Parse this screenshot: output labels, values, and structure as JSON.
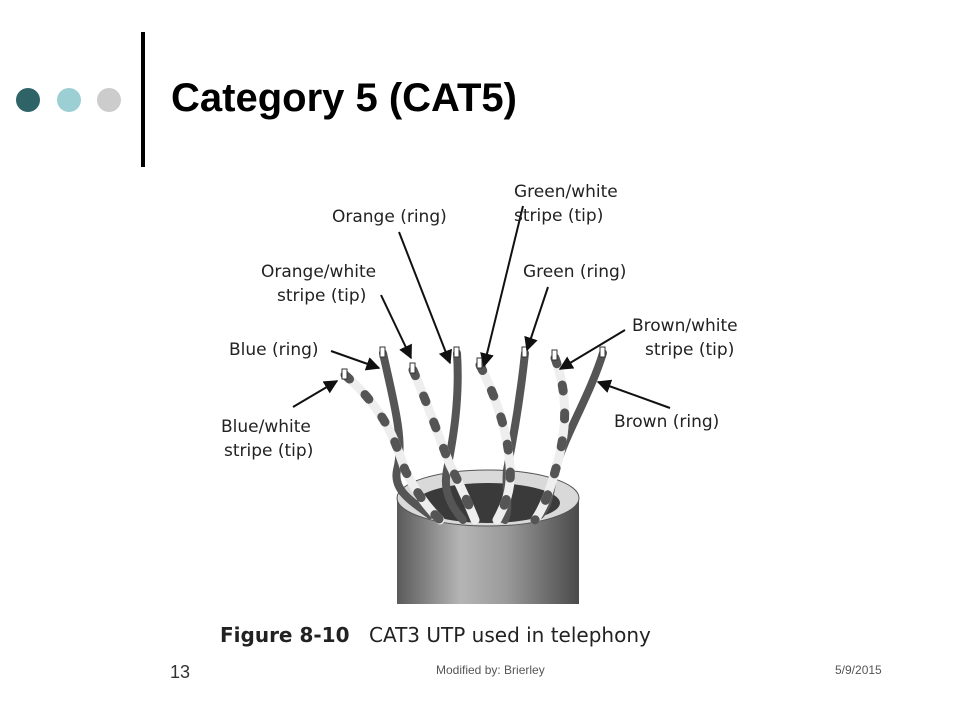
{
  "slide": {
    "title": "Category 5 (CAT5)",
    "page_number": "13",
    "footer_modified": "Modified by: Brierley",
    "footer_date": "5/9/2015",
    "bullet_colors": [
      "#2e6368",
      "#9ccfd3",
      "#cccccc"
    ]
  },
  "figure": {
    "labels": {
      "green_white": [
        "Green/white",
        "stripe (tip)"
      ],
      "orange": "Orange (ring)",
      "orange_white": [
        "Orange/white",
        "stripe (tip)"
      ],
      "green": "Green (ring)",
      "brown_white": [
        "Brown/white",
        "stripe (tip)"
      ],
      "blue": "Blue (ring)",
      "blue_white": [
        "Blue/white",
        "stripe (tip)"
      ],
      "brown": "Brown (ring)"
    },
    "caption_number": "Figure 8-10",
    "caption_text": "CAT3 UTP used in telephony"
  }
}
